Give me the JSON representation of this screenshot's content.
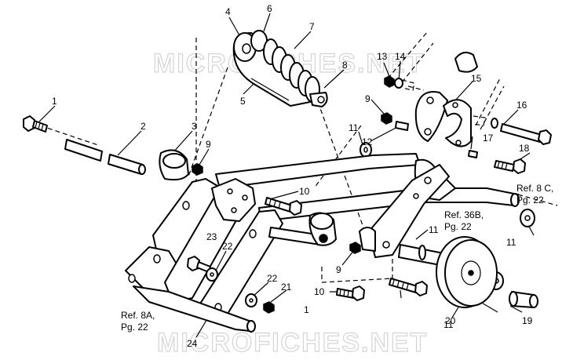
{
  "watermark": "MICROFICHES.NET",
  "callouts": [
    {
      "id": "c1",
      "text": "1"
    },
    {
      "id": "c2",
      "text": "2"
    },
    {
      "id": "c3",
      "text": "3"
    },
    {
      "id": "c4",
      "text": "4"
    },
    {
      "id": "c5",
      "text": "5"
    },
    {
      "id": "c6",
      "text": "6"
    },
    {
      "id": "c7",
      "text": "7"
    },
    {
      "id": "c8",
      "text": "8"
    },
    {
      "id": "c9a",
      "text": "9"
    },
    {
      "id": "c9b",
      "text": "9"
    },
    {
      "id": "c9c",
      "text": "9"
    },
    {
      "id": "c10a",
      "text": "10"
    },
    {
      "id": "c10b",
      "text": "10"
    },
    {
      "id": "c11a",
      "text": "11"
    },
    {
      "id": "c11b",
      "text": "11"
    },
    {
      "id": "c11c",
      "text": "11"
    },
    {
      "id": "c11d",
      "text": "11"
    },
    {
      "id": "c12",
      "text": "12"
    },
    {
      "id": "c13",
      "text": "13"
    },
    {
      "id": "c14",
      "text": "14"
    },
    {
      "id": "c15",
      "text": "15"
    },
    {
      "id": "c16",
      "text": "16"
    },
    {
      "id": "c17",
      "text": "17"
    },
    {
      "id": "c18",
      "text": "18"
    },
    {
      "id": "c19",
      "text": "19"
    },
    {
      "id": "c20",
      "text": "20"
    },
    {
      "id": "c21",
      "text": "21"
    },
    {
      "id": "c22a",
      "text": "22"
    },
    {
      "id": "c22b",
      "text": "22"
    },
    {
      "id": "c23",
      "text": "23"
    },
    {
      "id": "c24",
      "text": "24"
    },
    {
      "id": "c1b",
      "text": "1"
    }
  ],
  "references": {
    "ref8c": [
      "Ref. 8 C,",
      "Pg. 22"
    ],
    "ref36b": [
      "Ref. 36B,",
      "Pg. 22"
    ],
    "ref8a": [
      "Ref. 8A,",
      "Pg. 22"
    ]
  }
}
